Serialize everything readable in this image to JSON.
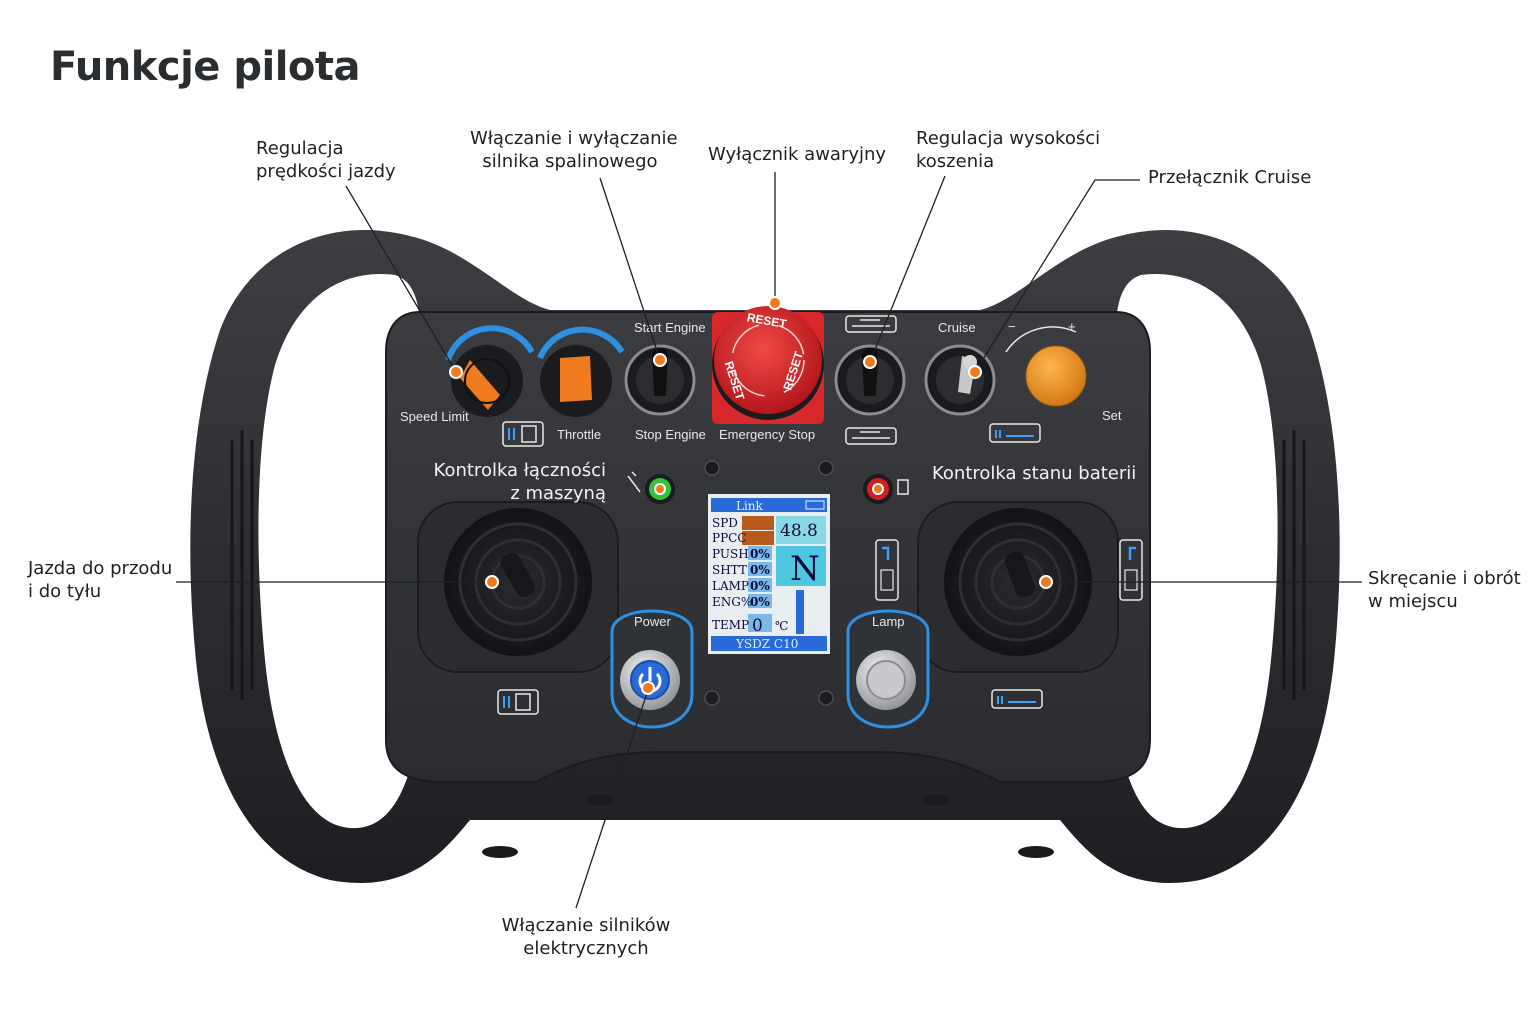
{
  "title": "Funkcje pilota",
  "callouts": {
    "speed": "Regulacja\nprędkości jazdy",
    "engine": "Włączanie i wyłączanie\nsilnika spalinowego",
    "estop": "Wyłącznik awaryjny",
    "mowing": "Regulacja wysokości\nkoszenia",
    "cruise": "Przełącznik Cruise",
    "link": "Kontrolka łączności\nz maszyną",
    "battery": "Kontrolka stanu baterii",
    "drive": "Jazda do przodu\ni do tyłu",
    "steer": "Skręcanie i obrót\nw miejscu",
    "electric": "Włączanie silników\nelektrycznych"
  },
  "panel_labels": {
    "speed_limit": "Speed Limit",
    "throttle": "Throttle",
    "start_engine": "Start Engine",
    "stop_engine": "Stop Engine",
    "emergency_stop": "Emergency Stop",
    "cruise": "Cruise",
    "set": "Set",
    "minus": "−",
    "plus": "+",
    "power": "Power",
    "lamp": "Lamp",
    "reset": "RESET"
  },
  "lcd": {
    "header": "Link",
    "spd": "SPD",
    "ppcc": "PPCC",
    "value": "48.8",
    "push": "PUSH",
    "push_val": "0%",
    "shtt": "SHTT",
    "shtt_val": "0%",
    "lamp": "LAMP",
    "lamp_val": "0%",
    "eng": "ENG%",
    "eng_val": "0%",
    "gear": "N",
    "temp": "TEMP",
    "temp_val": "0",
    "temp_unit": "℃",
    "footer": "YSDZ C10"
  },
  "colors": {
    "accent_orange": "#f07a1e",
    "estop_red": "#d8282c",
    "led_green": "#33c23a",
    "led_red": "#d21e25",
    "ring_blue": "#2f8fe0"
  }
}
